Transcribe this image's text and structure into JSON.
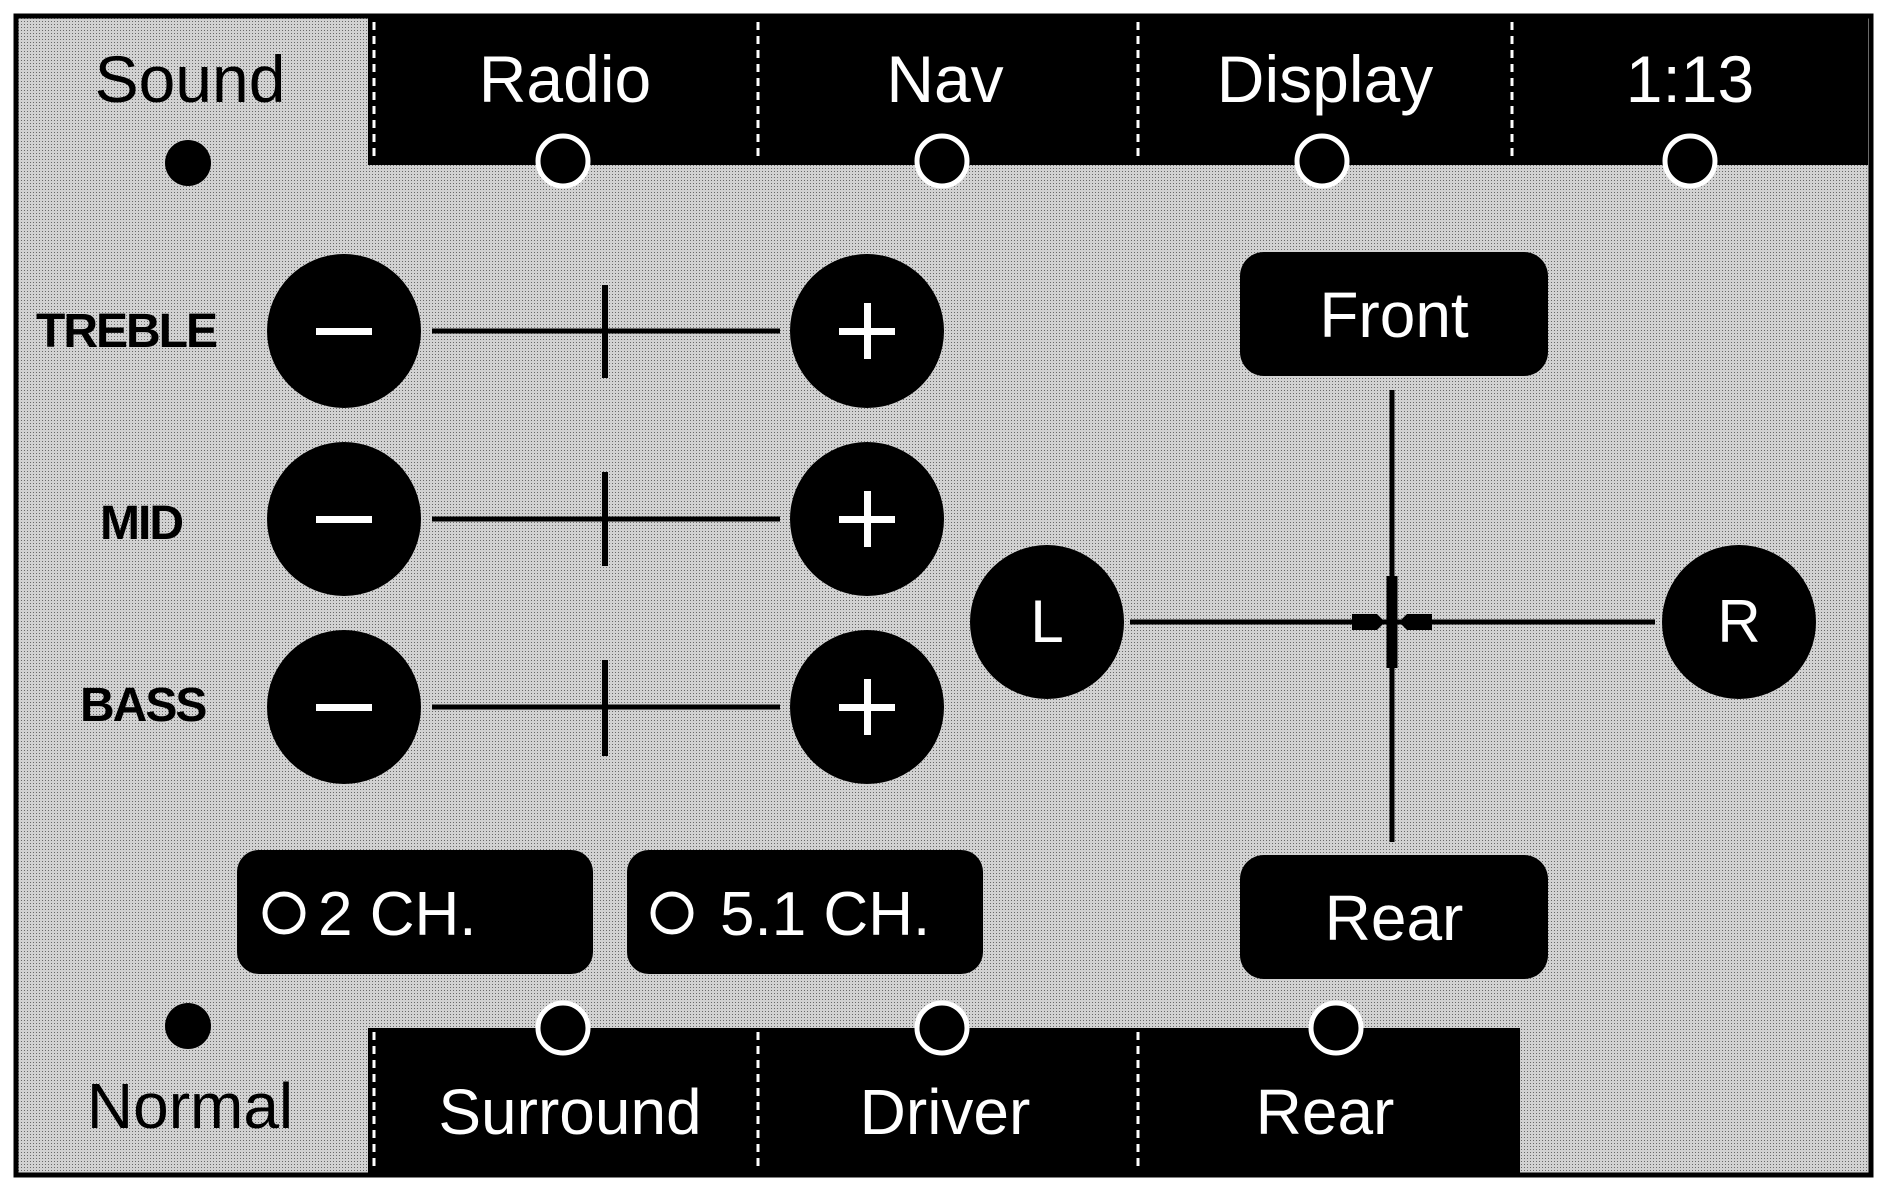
{
  "top_tabs": [
    {
      "label": "Sound",
      "active": true
    },
    {
      "label": "Radio",
      "active": false
    },
    {
      "label": "Nav",
      "active": false
    },
    {
      "label": "Display",
      "active": false
    },
    {
      "label": "1:13",
      "active": false
    }
  ],
  "eq": {
    "treble_label": "TREBLE",
    "mid_label": "MID",
    "bass_label": "BASS",
    "treble_level": 0,
    "mid_level": 0,
    "bass_level": 0
  },
  "balance": {
    "front_label": "Front",
    "rear_label": "Rear",
    "left_label": "L",
    "right_label": "R"
  },
  "channels": [
    {
      "label": "2 CH.",
      "selected": false
    },
    {
      "label": "5.1 CH.",
      "selected": false
    }
  ],
  "bottom_tabs": [
    {
      "label": "Normal",
      "active": true
    },
    {
      "label": "Surround",
      "active": false
    },
    {
      "label": "Driver",
      "active": false
    },
    {
      "label": "Rear",
      "active": false
    }
  ],
  "icons": {
    "minus": "minus-icon",
    "plus": "plus-icon"
  },
  "colors": {
    "background": "#c8c8c8",
    "dark": "#000000",
    "light": "#ffffff"
  }
}
